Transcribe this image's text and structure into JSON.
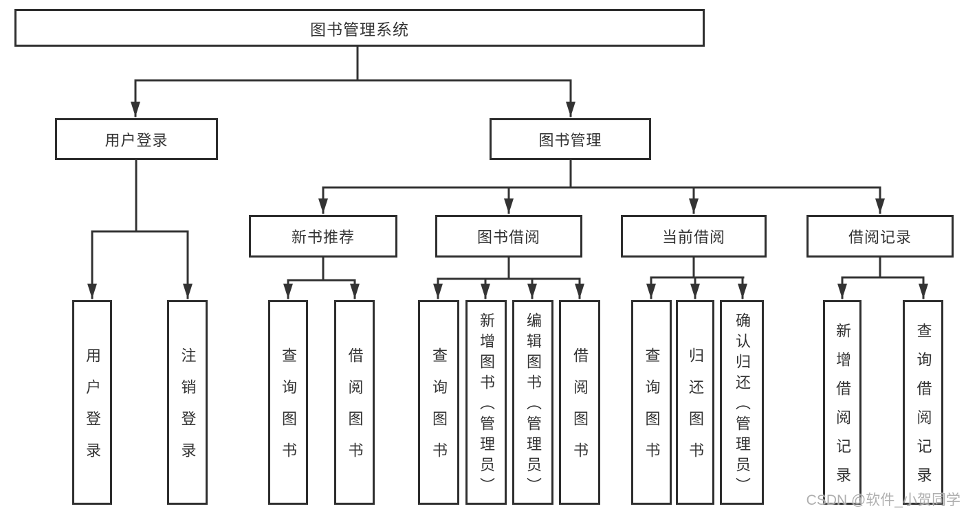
{
  "tree": {
    "root": "图书管理系统",
    "children": [
      {
        "label": "用户登录",
        "children": [
          "用户登录",
          "注销登录"
        ]
      },
      {
        "label": "图书管理",
        "children": [
          {
            "label": "新书推荐",
            "children": [
              "查询图书",
              "借阅图书"
            ]
          },
          {
            "label": "图书借阅",
            "children": [
              "查询图书",
              "新增图书（管理员）",
              "编辑图书（管理员）",
              "借阅图书"
            ]
          },
          {
            "label": "当前借阅",
            "children": [
              "查询图书",
              "归还图书",
              "确认归还（管理员）"
            ]
          },
          {
            "label": "借阅记录",
            "children": [
              "新增借阅记录",
              "查询借阅记录"
            ]
          }
        ]
      }
    ]
  },
  "watermark": {
    "text": "CSDN @软件_小贺同学"
  },
  "colors": {
    "line": "#333333",
    "box_border": "#2e2e2e",
    "text": "#333333",
    "watermark": "#a8a8a8",
    "background": "#ffffff"
  }
}
